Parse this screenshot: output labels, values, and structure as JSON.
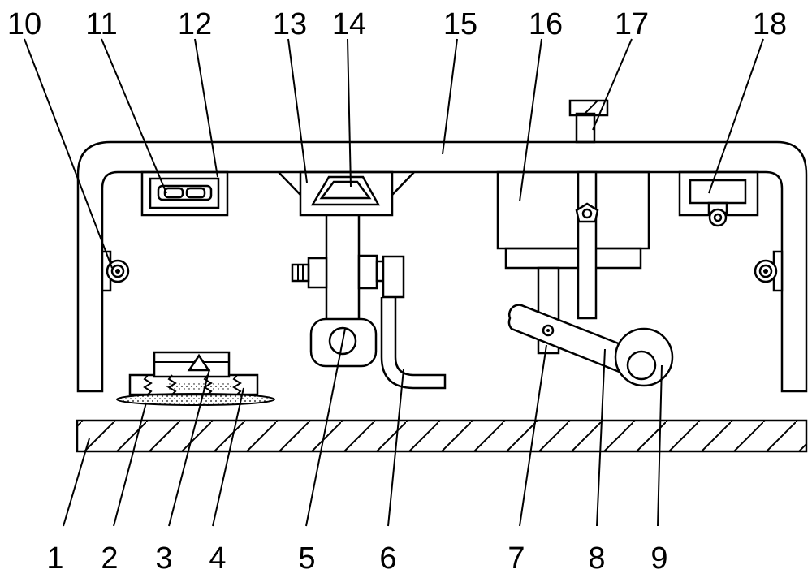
{
  "labels": {
    "top": [
      "10",
      "11",
      "12",
      "13",
      "14",
      "15",
      "16",
      "17",
      "18"
    ],
    "bottom": [
      "1",
      "2",
      "3",
      "4",
      "5",
      "6",
      "7",
      "8",
      "9"
    ]
  }
}
